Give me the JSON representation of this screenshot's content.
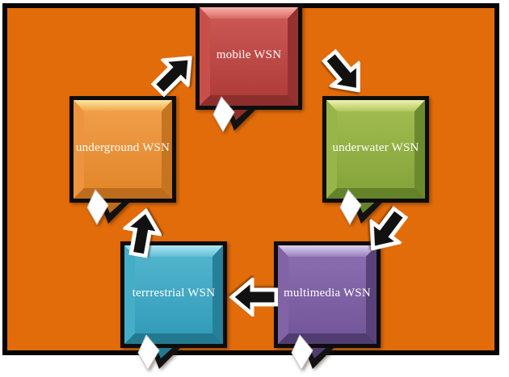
{
  "diagram": {
    "description": "Cycle diagram of wireless sensor network (WSN) types",
    "background_color": "#E36C0A",
    "border_color": "#000000",
    "label_text_color": "#FFFFFF",
    "nodes": {
      "mobile": {
        "label": "mobile WSN",
        "color": "#C0504D",
        "position": "top-center"
      },
      "underwater": {
        "label": "underwater WSN",
        "color": "#9BBB59",
        "position": "right"
      },
      "multimedia": {
        "label": "multimedia WSN",
        "color": "#8064A2",
        "position": "bottom-right"
      },
      "terrestrial": {
        "label": "terrrestrial WSN",
        "color": "#4BACC6",
        "position": "bottom-left"
      },
      "underground": {
        "label": "underground WSN",
        "color": "#EE9440",
        "position": "left"
      }
    },
    "arrows": [
      {
        "name": "underground-to-mobile",
        "direction": "up-right"
      },
      {
        "name": "mobile-to-underwater",
        "direction": "down-right"
      },
      {
        "name": "underwater-to-multimedia",
        "direction": "down-left"
      },
      {
        "name": "multimedia-to-terrestrial",
        "direction": "left"
      },
      {
        "name": "terrestrial-to-underground",
        "direction": "up"
      }
    ]
  }
}
